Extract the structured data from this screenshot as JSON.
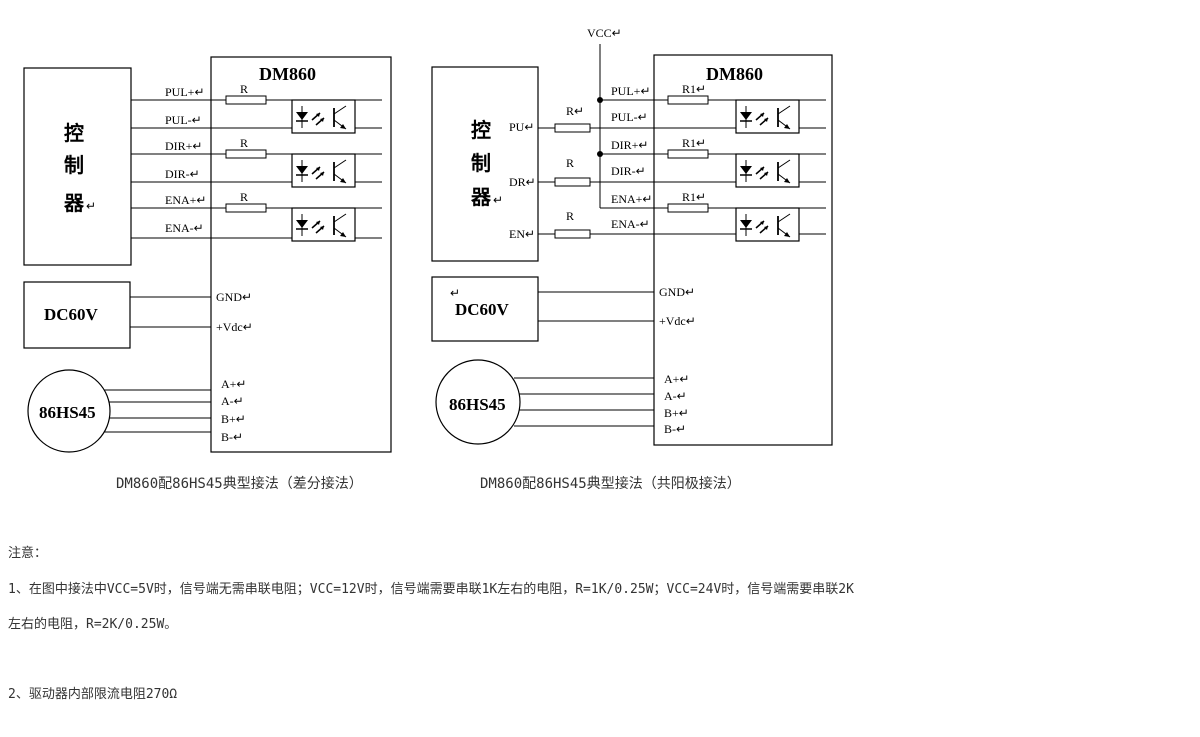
{
  "left": {
    "chip": "DM860",
    "controller": [
      "控",
      "制",
      "器"
    ],
    "ctrl_mark": "↵",
    "pins": [
      "PUL+↵",
      "PUL-↵",
      "DIR+↵",
      "DIR-↵",
      "ENA+↵",
      "ENA-↵"
    ],
    "resistors": [
      "R",
      "R",
      "R"
    ],
    "power": "DC60V",
    "power_pins": [
      "GND↵",
      "+Vdc↵"
    ],
    "motor": "86HS45",
    "motor_pins": [
      "A+↵",
      "A-↵",
      "B+↵",
      "B-↵"
    ],
    "caption": "DM860配86HS45典型接法（差分接法）"
  },
  "right": {
    "chip": "DM860",
    "vcc": "VCC↵",
    "controller": [
      "控",
      "制",
      "器"
    ],
    "ctrl_mark": "↵",
    "ctrl_pins": [
      "PU↵",
      "DR↵",
      "EN↵"
    ],
    "ext_resistors": [
      "R↵",
      "R",
      "R"
    ],
    "pins": [
      "PUL+↵",
      "PUL-↵",
      "DIR+↵",
      "DIR-↵",
      "ENA+↵",
      "ENA-↵"
    ],
    "resistors": [
      "R1↵",
      "R1↵",
      "R1↵"
    ],
    "power": "DC60V",
    "power_mark": "↵",
    "power_pins": [
      "GND↵",
      "+Vdc↵"
    ],
    "motor": "86HS45",
    "motor_pins": [
      "A+↵",
      "A-↵",
      "B+↵",
      "B-↵"
    ],
    "caption": "DM860配86HS45典型接法（共阳极接法）"
  },
  "notes": {
    "heading": "注意：",
    "line1a": "1、在图中接法中VCC=5V时，信号端无需串联电阻；VCC=12V时，信号端需要串联1K左右的电阻，R=1K/0.25W；VCC=24V时，信号端需要串联2K",
    "line1b": "左右的电阻，R=2K/0.25W。",
    "line2": "2、驱动器内部限流电阻270Ω"
  }
}
